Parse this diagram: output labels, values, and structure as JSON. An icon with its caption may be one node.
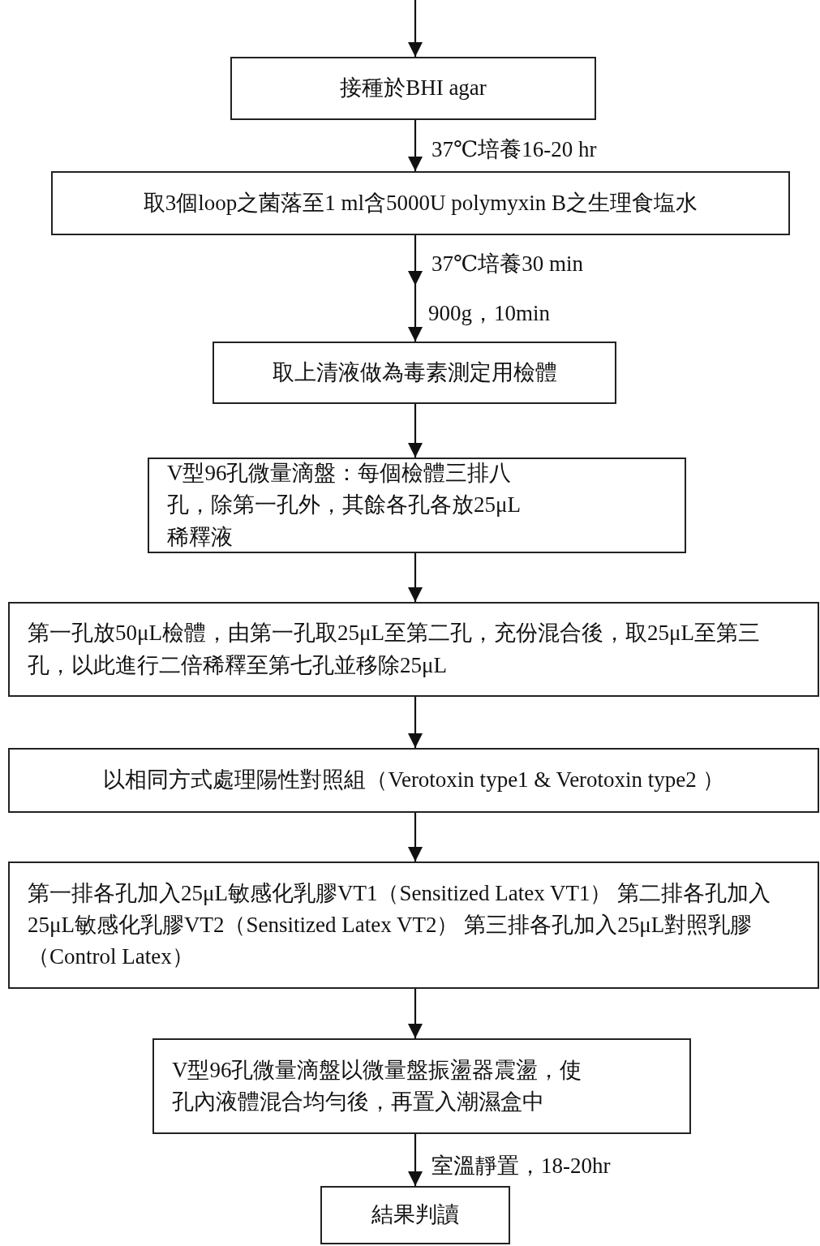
{
  "diagram": {
    "nodes": [
      {
        "text": [
          "接種於BHI agar"
        ]
      },
      {
        "text": [
          "取3個loop之菌落至1 ml含5000U polymyxin B之生理食塩水"
        ]
      },
      {
        "text": [
          "取上清液做為毒素測定用檢體"
        ]
      },
      {
        "text": [
          "V型96孔微量滴盤：每個檢體三排八孔，除第一孔外，其餘各孔各放25μL稀釋液"
        ]
      },
      {
        "text": [
          "第一孔放50μL檢體，由第一孔取25μL至第二孔，充份混合後，取25μL至第三孔，以此進行二倍稀釋至第七孔並移除25μL"
        ]
      },
      {
        "text": [
          "以相同方式處理陽性對照組（Verotoxin type1 & Verotoxin type2 ）"
        ]
      },
      {
        "text": [
          "第一排各孔加入25μL敏感化乳膠VT1（Sensitized Latex VT1） 第二排各孔加入25μL敏感化乳膠VT2（Sensitized Latex VT2） 第三排各孔加入25μL對照乳膠（Control Latex）"
        ]
      },
      {
        "text": [
          "V型96孔微量滴盤以微量盤振盪器震盪，使孔內液體混合均勻後，再置入潮濕盒中"
        ]
      },
      {
        "text": [
          "結果判讀"
        ]
      }
    ],
    "edges": [
      {
        "from": null,
        "to": 0,
        "arrow": "to"
      },
      {
        "from": 0,
        "to": 1,
        "arrow": "to",
        "label": "37℃培養16-20 hr"
      },
      {
        "from": 1,
        "to": 2,
        "arrow": "to",
        "label": "37℃培養30 min"
      },
      {
        "from": 2,
        "to": 3,
        "arrow": "to"
      },
      {
        "from": 3,
        "to": 4,
        "arrow": "to"
      },
      {
        "from": 4,
        "to": 5,
        "arrow": "to"
      },
      {
        "from": 5,
        "to": 6,
        "arrow": "to"
      },
      {
        "from": 6,
        "to": 7,
        "arrow": "to"
      },
      {
        "from": 7,
        "to": 8,
        "arrow": "to",
        "label": "室溫靜置，18-20hr"
      }
    ],
    "labels": [
      "900g，10min"
    ]
  }
}
